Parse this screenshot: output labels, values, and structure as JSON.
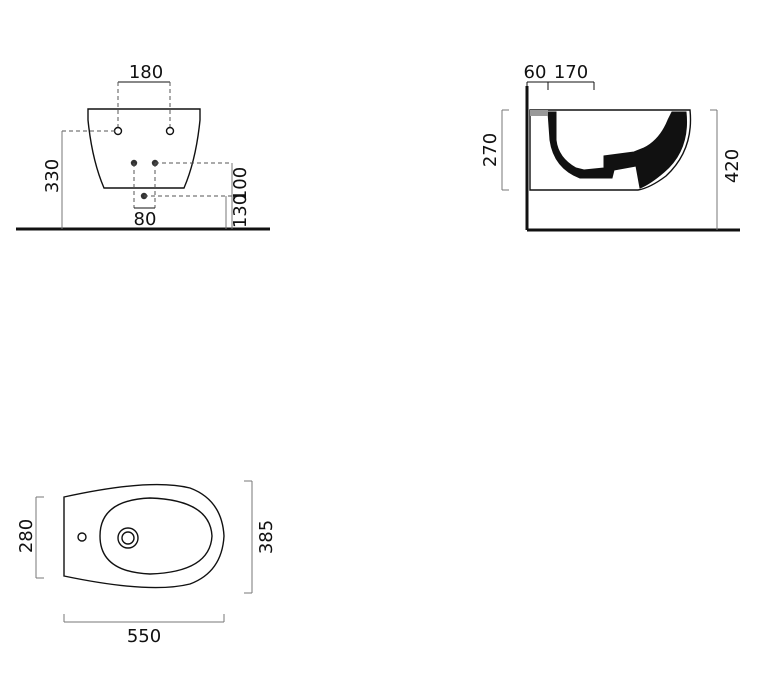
{
  "front_view": {
    "dims": {
      "holes_spacing": "180",
      "height_330": "330",
      "spacing_80": "80",
      "height_130": "130",
      "height_100": "100"
    }
  },
  "side_view": {
    "dims": {
      "depth_60": "60",
      "depth_170": "170",
      "height_270": "270",
      "height_420": "420"
    }
  },
  "top_view": {
    "dims": {
      "width_280": "280",
      "width_385": "385",
      "length_550": "550"
    }
  },
  "colors": {
    "line": "#111111",
    "dashed": "#555555",
    "background": "#ffffff"
  }
}
